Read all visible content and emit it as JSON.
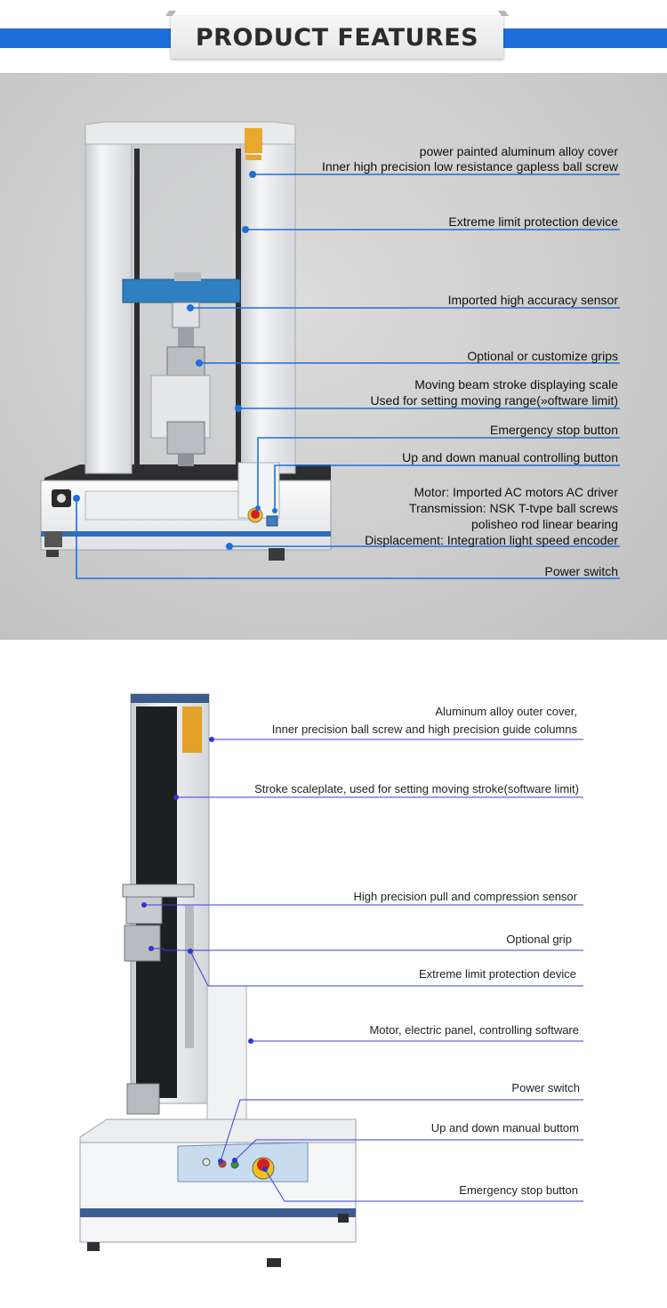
{
  "header": {
    "title": "PRODUCT FEATURES",
    "accent_color": "#1e6fdc"
  },
  "panel1": {
    "labels": [
      "power painted aluminum alloy cover",
      "Inner high precision low resistance gapless ball screw",
      "Extreme limit protection device",
      "Imported high accuracy sensor",
      "Optional or customize grips",
      "Moving beam stroke displaying scale",
      "Used for setting moving range(»oftware limit)",
      "Emergency stop button",
      "Up and down manual controlling button",
      "Motor: Imported AC motors AC driver",
      "Transmission: NSK T-tvpe ball screws",
      "polisheo rod linear bearing",
      "Displacement: Integration light speed encoder",
      "Power switch"
    ]
  },
  "panel2": {
    "labels": [
      "Aluminum alloy outer cover,",
      "Inner precision ball screw and high precision guide columns",
      "Stroke scaleplate, used for setting moving stroke(software limit)",
      "High precision pull and compression sensor",
      "Optional grip",
      "Extreme limit protection device",
      "Motor, electric panel, controlling software",
      "Power switch",
      "Up and down manual buttom",
      "Emergency stop button"
    ]
  }
}
